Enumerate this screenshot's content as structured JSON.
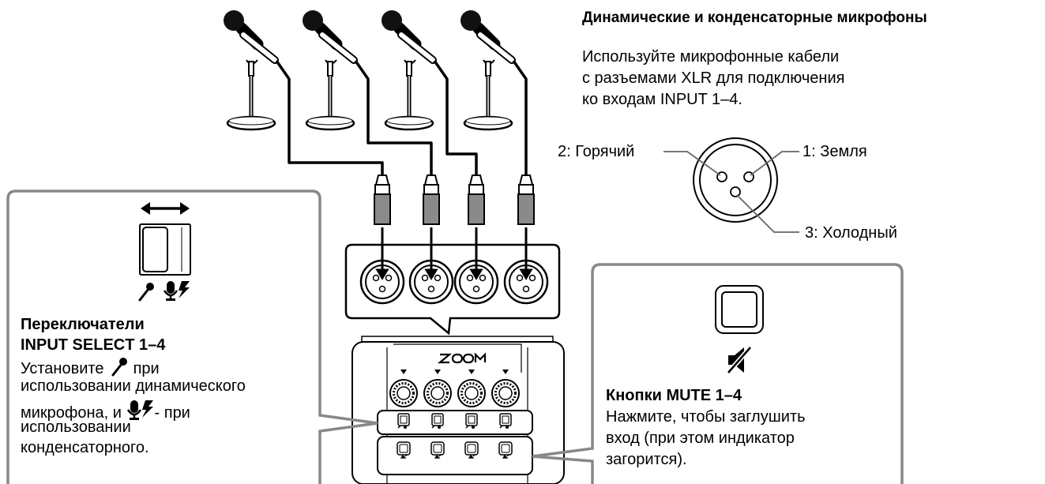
{
  "condenser_section": {
    "title": "Динамические и конденсаторные микрофоны",
    "desc_lines": [
      "Используйте микрофонные кабели",
      "с разъемами XLR для подключения",
      "ко входам INPUT 1–4."
    ]
  },
  "xlr_pins": {
    "hot": "2: Горячий",
    "ground": "1: Земля",
    "cold": "3: Холодный"
  },
  "input_select": {
    "title_line1": "Переключатели",
    "title_line2": "INPUT SELECT 1–4",
    "line1_before": "Установите",
    "line1_after": "при",
    "line2": "использовании динамического",
    "line3_before": "микрофона, и",
    "line3_after": "- при",
    "line4": "использовании",
    "line5": "конденсаторного."
  },
  "mute": {
    "title": "Кнопки MUTE 1–4",
    "lines": [
      "Нажмите, чтобы заглушить",
      "вход (при этом индикатор",
      "загорится)."
    ]
  },
  "device": {
    "brand": "ZOOM"
  },
  "icons": {
    "dynamic_mic": "dynamic-mic-icon",
    "condenser_mic": "condenser-mic-phantom-icon",
    "mute": "speaker-muted-icon",
    "arrow": "double-arrow-icon"
  }
}
